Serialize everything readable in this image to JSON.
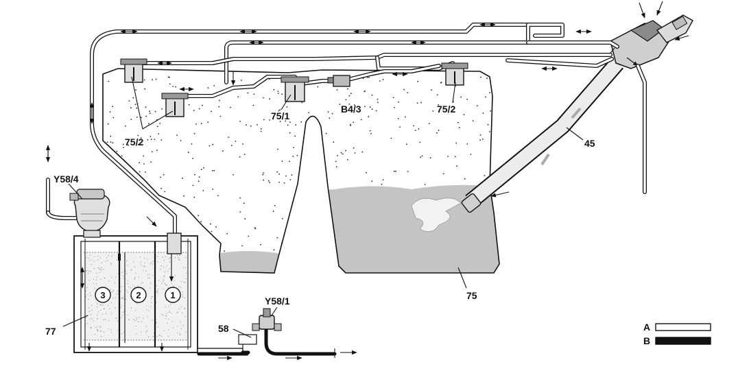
{
  "labels": {
    "valve_left_top": "75/2",
    "valve_right": "75/2",
    "valve_center": "75/1",
    "sensor": "B4/3",
    "filler_pipe": "45",
    "tank": "75",
    "valve_canister_top": "Y58/4",
    "valve_purge": "Y58/1",
    "purge_line": "58",
    "canister": "77"
  },
  "chambers": [
    "3",
    "2",
    "1"
  ],
  "legend": {
    "a_label": "A",
    "b_label": "B"
  },
  "colors": {
    "fuel": "#c4c4c4",
    "line": "#111111",
    "vapor_dots": "#222222"
  }
}
